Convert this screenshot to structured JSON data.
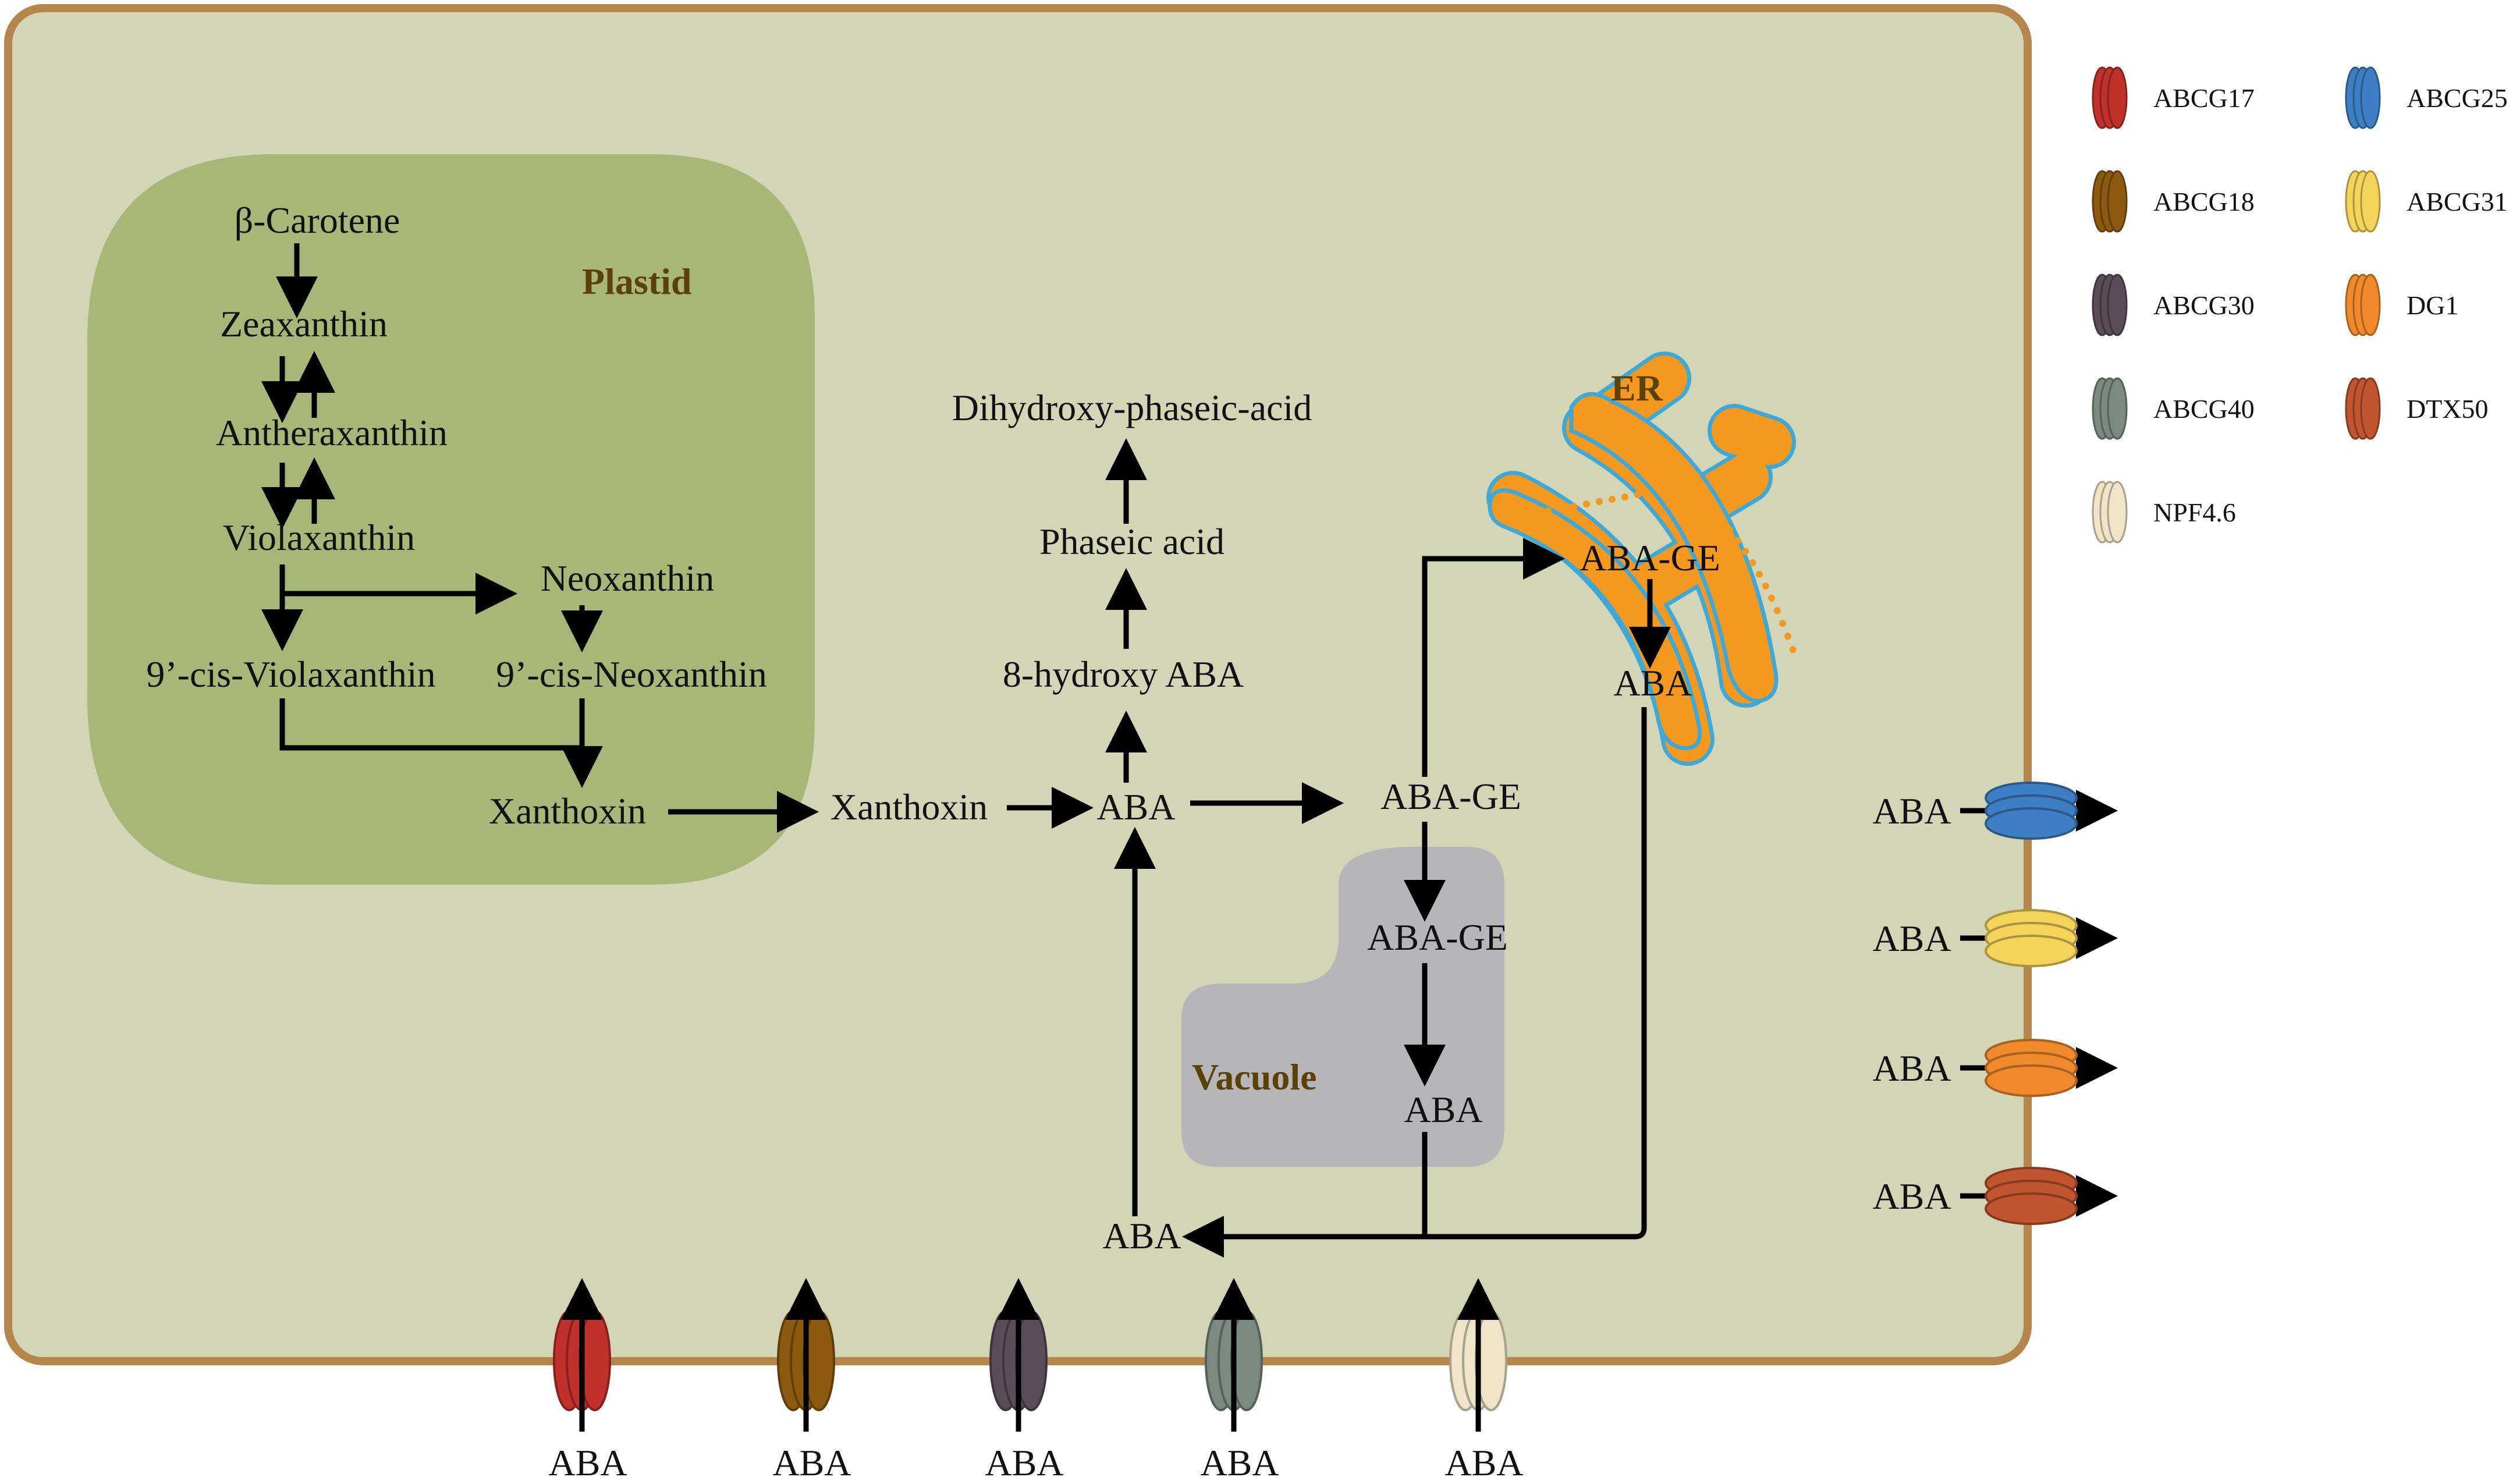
{
  "colors": {
    "cell_fill": "#d3d5b7",
    "cell_border": "#b5864b",
    "plastid_fill": "#a8b677",
    "vacuole_fill": "#b6b6b9",
    "er_fill": "#f4991e",
    "er_outline": "#3ea8d6",
    "compartment_label": "#5a4106",
    "arrow": "#000000"
  },
  "compartments": {
    "plastid": "Plastid",
    "er": "ER",
    "vacuole": "Vacuole"
  },
  "metabolites": {
    "beta_carotene": "β-Carotene",
    "zeaxanthin": "Zeaxanthin",
    "antheraxanthin": "Antheraxanthin",
    "violaxanthin": "Violaxanthin",
    "neoxanthin": "Neoxanthin",
    "cis_violaxanthin": "9’-cis-Violaxanthin",
    "cis_neoxanthin": "9’-cis-Neoxanthin",
    "xanthoxin_plastid": "Xanthoxin",
    "xanthoxin_cytosol": "Xanthoxin",
    "aba_cytosol": "ABA",
    "hydroxy_aba": "8-hydroxy ABA",
    "phaseic_acid": "Phaseic acid",
    "dihydroxy_phaseic_acid": "Dihydroxy-phaseic-acid",
    "aba_ge_cytosol": "ABA-GE",
    "aba_ge_vacuole": "ABA-GE",
    "aba_vacuole": "ABA",
    "aba_ge_er": "ABA-GE",
    "aba_er": "ABA",
    "aba_bottom": "ABA"
  },
  "importers": [
    {
      "label": "ABA",
      "color": "#c0312b",
      "transporter": "ABCG17"
    },
    {
      "label": "ABA",
      "color": "#8b5a10",
      "transporter": "ABCG18"
    },
    {
      "label": "ABA",
      "color": "#5a4c58",
      "transporter": "ABCG30"
    },
    {
      "label": "ABA",
      "color": "#7b8a7e",
      "transporter": "ABCG40"
    },
    {
      "label": "ABA",
      "color": "#efe4c7",
      "transporter": "NPF4.6"
    }
  ],
  "exporters": [
    {
      "label": "ABA",
      "color": "#3e7fc4",
      "transporter": "ABCG25"
    },
    {
      "label": "ABA",
      "color": "#f4d45a",
      "transporter": "ABCG31"
    },
    {
      "label": "ABA",
      "color": "#f08a2c",
      "transporter": "DG1"
    },
    {
      "label": "ABA",
      "color": "#c0552f",
      "transporter": "DTX50"
    }
  ],
  "legend": [
    {
      "name": "ABCG17",
      "color": "#c0312b",
      "icon": "transporter-oval-icon"
    },
    {
      "name": "ABCG18",
      "color": "#8b5a10",
      "icon": "transporter-oval-icon"
    },
    {
      "name": "ABCG30",
      "color": "#5a4c58",
      "icon": "transporter-oval-icon"
    },
    {
      "name": "ABCG40",
      "color": "#7b8a7e",
      "icon": "transporter-oval-icon"
    },
    {
      "name": "NPF4.6",
      "color": "#efe4c7",
      "icon": "transporter-oval-icon"
    },
    {
      "name": "ABCG25",
      "color": "#3e7fc4",
      "icon": "transporter-oval-icon"
    },
    {
      "name": "ABCG31",
      "color": "#f4d45a",
      "icon": "transporter-oval-icon"
    },
    {
      "name": "DG1",
      "color": "#f08a2c",
      "icon": "transporter-oval-icon"
    },
    {
      "name": "DTX50",
      "color": "#c0552f",
      "icon": "transporter-oval-icon"
    }
  ]
}
